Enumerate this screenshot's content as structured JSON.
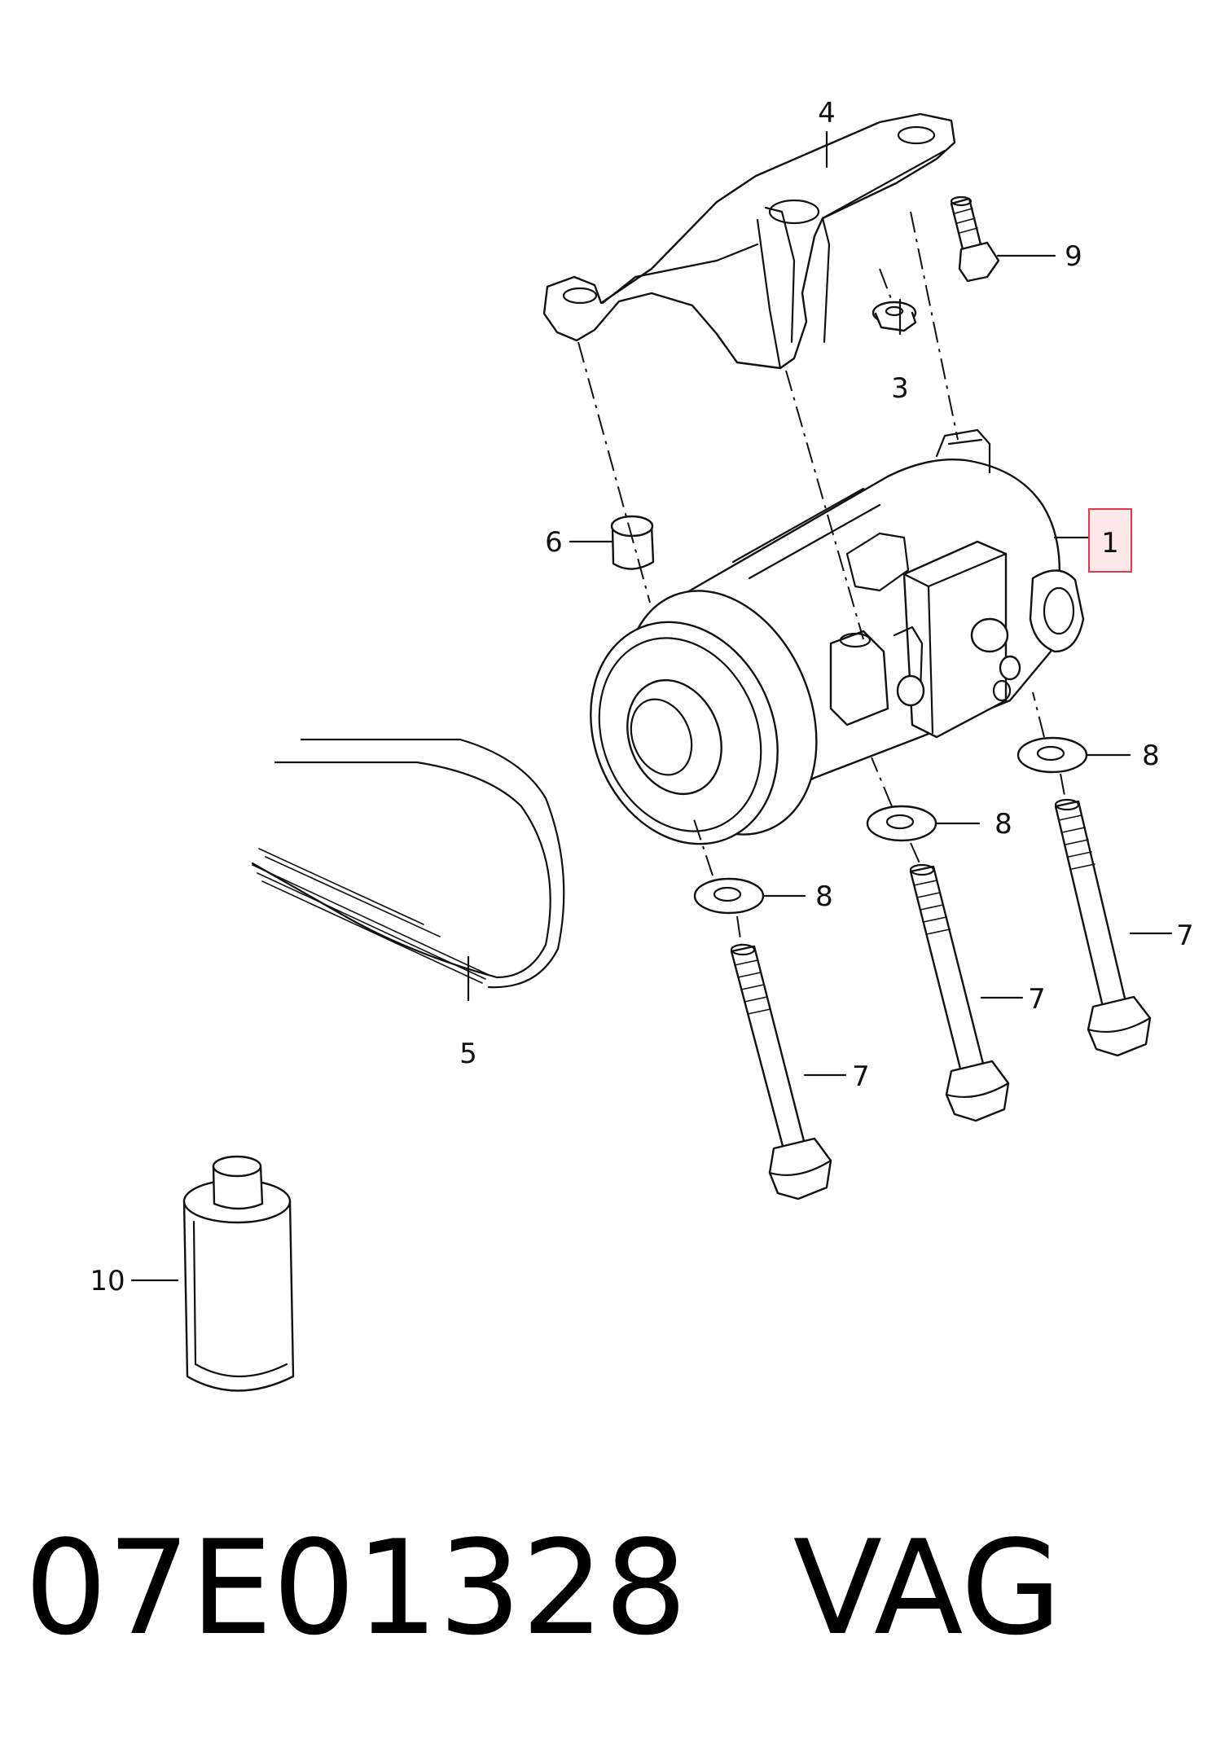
{
  "diagram": {
    "callouts": [
      {
        "id": "1",
        "label": "1",
        "highlighted": true
      },
      {
        "id": "3",
        "label": "3"
      },
      {
        "id": "4",
        "label": "4"
      },
      {
        "id": "5",
        "label": "5"
      },
      {
        "id": "6",
        "label": "6"
      },
      {
        "id": "7a",
        "label": "7"
      },
      {
        "id": "7b",
        "label": "7"
      },
      {
        "id": "7c",
        "label": "7"
      },
      {
        "id": "8a",
        "label": "8"
      },
      {
        "id": "8b",
        "label": "8"
      },
      {
        "id": "8c",
        "label": "8"
      },
      {
        "id": "9",
        "label": "9"
      },
      {
        "id": "10",
        "label": "10"
      }
    ],
    "highlight_color": "#e23a4a",
    "highlight_fill": "#fde8ea"
  },
  "caption": {
    "part_number": "07E01328",
    "brand": "VAG"
  }
}
